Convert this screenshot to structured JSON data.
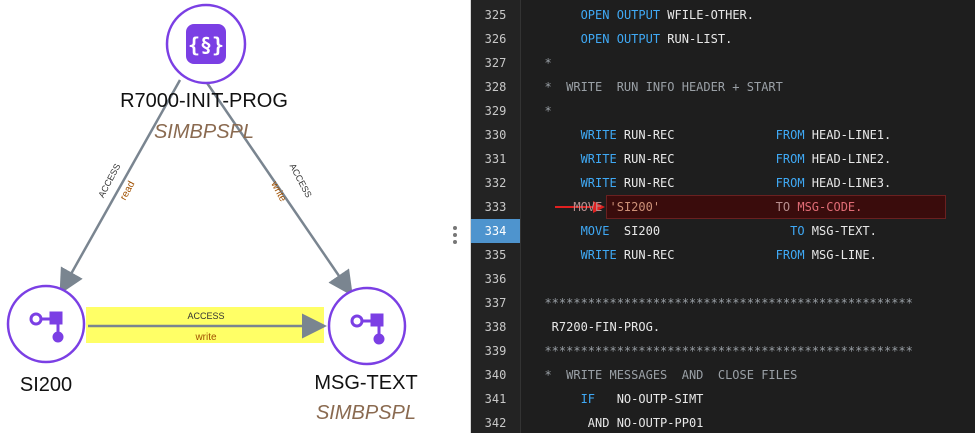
{
  "graph": {
    "program_node": {
      "name": "R7000-INIT-PROG",
      "subtitle": "SIMBPSPL",
      "icon": "curly-s-icon",
      "color": "#7b3fe4"
    },
    "left_node": {
      "name": "SI200",
      "icon": "data-element-icon"
    },
    "right_node": {
      "name": "MSG-TEXT",
      "subtitle": "SIMBPSPL",
      "icon": "data-element-icon"
    },
    "edges": {
      "left": {
        "type": "ACCESS",
        "mode": "read"
      },
      "right": {
        "type": "ACCESS",
        "mode": "write"
      },
      "bottom": {
        "type": "ACCESS",
        "mode": "write",
        "highlight": "#ffff66"
      }
    }
  },
  "editor": {
    "active_line": 334,
    "lines": [
      {
        "num": "325",
        "tokens": [
          {
            "t": "       ",
            "c": ""
          },
          {
            "t": "OPEN",
            "c": "kw"
          },
          {
            "t": " ",
            "c": ""
          },
          {
            "t": "OUTPUT",
            "c": "kw"
          },
          {
            "t": " WFILE-OTHER.",
            "c": ""
          }
        ]
      },
      {
        "num": "326",
        "tokens": [
          {
            "t": "       ",
            "c": ""
          },
          {
            "t": "OPEN",
            "c": "kw"
          },
          {
            "t": " ",
            "c": ""
          },
          {
            "t": "OUTPUT",
            "c": "kw"
          },
          {
            "t": " RUN-LIST.",
            "c": ""
          }
        ]
      },
      {
        "num": "327",
        "tokens": [
          {
            "t": "  *",
            "c": "cm"
          }
        ]
      },
      {
        "num": "328",
        "tokens": [
          {
            "t": "  *  WRITE  RUN INFO HEADER + START",
            "c": "cm"
          }
        ]
      },
      {
        "num": "329",
        "tokens": [
          {
            "t": "  *",
            "c": "cm"
          }
        ]
      },
      {
        "num": "330",
        "tokens": [
          {
            "t": "       ",
            "c": ""
          },
          {
            "t": "WRITE",
            "c": "kw"
          },
          {
            "t": " RUN-REC              ",
            "c": ""
          },
          {
            "t": "FROM",
            "c": "kw"
          },
          {
            "t": " HEAD-LINE1.",
            "c": ""
          }
        ]
      },
      {
        "num": "331",
        "tokens": [
          {
            "t": "       ",
            "c": ""
          },
          {
            "t": "WRITE",
            "c": "kw"
          },
          {
            "t": " RUN-REC              ",
            "c": ""
          },
          {
            "t": "FROM",
            "c": "kw"
          },
          {
            "t": " HEAD-LINE2.",
            "c": ""
          }
        ]
      },
      {
        "num": "332",
        "tokens": [
          {
            "t": "       ",
            "c": ""
          },
          {
            "t": "WRITE",
            "c": "kw"
          },
          {
            "t": " RUN-REC              ",
            "c": ""
          },
          {
            "t": "FROM",
            "c": "kw"
          },
          {
            "t": " HEAD-LINE3.",
            "c": ""
          }
        ]
      },
      {
        "num": "333",
        "tokens": [
          {
            "t": "      ",
            "c": ""
          },
          {
            "t": "MOVE",
            "c": "dim"
          },
          {
            "t": " ",
            "c": ""
          },
          {
            "t": "'SI200'",
            "c": "str"
          },
          {
            "t": "                ",
            "c": ""
          },
          {
            "t": "TO",
            "c": "dim"
          },
          {
            "t": " ",
            "c": ""
          },
          {
            "t": "MSG-CODE.",
            "c": "ref"
          }
        ]
      },
      {
        "num": "334",
        "tokens": [
          {
            "t": "       ",
            "c": ""
          },
          {
            "t": "MOVE",
            "c": "kw"
          },
          {
            "t": "  SI200                  ",
            "c": ""
          },
          {
            "t": "TO",
            "c": "kw"
          },
          {
            "t": " MSG-TEXT.",
            "c": ""
          }
        ]
      },
      {
        "num": "335",
        "tokens": [
          {
            "t": "       ",
            "c": ""
          },
          {
            "t": "WRITE",
            "c": "kw"
          },
          {
            "t": " RUN-REC              ",
            "c": ""
          },
          {
            "t": "FROM",
            "c": "kw"
          },
          {
            "t": " MSG-LINE.",
            "c": ""
          }
        ]
      },
      {
        "num": "336",
        "tokens": []
      },
      {
        "num": "337",
        "tokens": [
          {
            "t": "  ***************************************************",
            "c": "cm"
          }
        ]
      },
      {
        "num": "338",
        "tokens": [
          {
            "t": "   R7200-FIN-PROG.",
            "c": ""
          }
        ]
      },
      {
        "num": "339",
        "tokens": [
          {
            "t": "  ***************************************************",
            "c": "cm"
          }
        ]
      },
      {
        "num": "340",
        "tokens": [
          {
            "t": "  *  WRITE MESSAGES  AND  CLOSE FILES",
            "c": "cm"
          }
        ]
      },
      {
        "num": "341",
        "tokens": [
          {
            "t": "       ",
            "c": ""
          },
          {
            "t": "IF",
            "c": "kw"
          },
          {
            "t": "   NO-OUTP-SIMT",
            "c": ""
          }
        ]
      },
      {
        "num": "342",
        "tokens": [
          {
            "t": "        AND NO-OUTP-PP01",
            "c": ""
          }
        ]
      }
    ]
  }
}
